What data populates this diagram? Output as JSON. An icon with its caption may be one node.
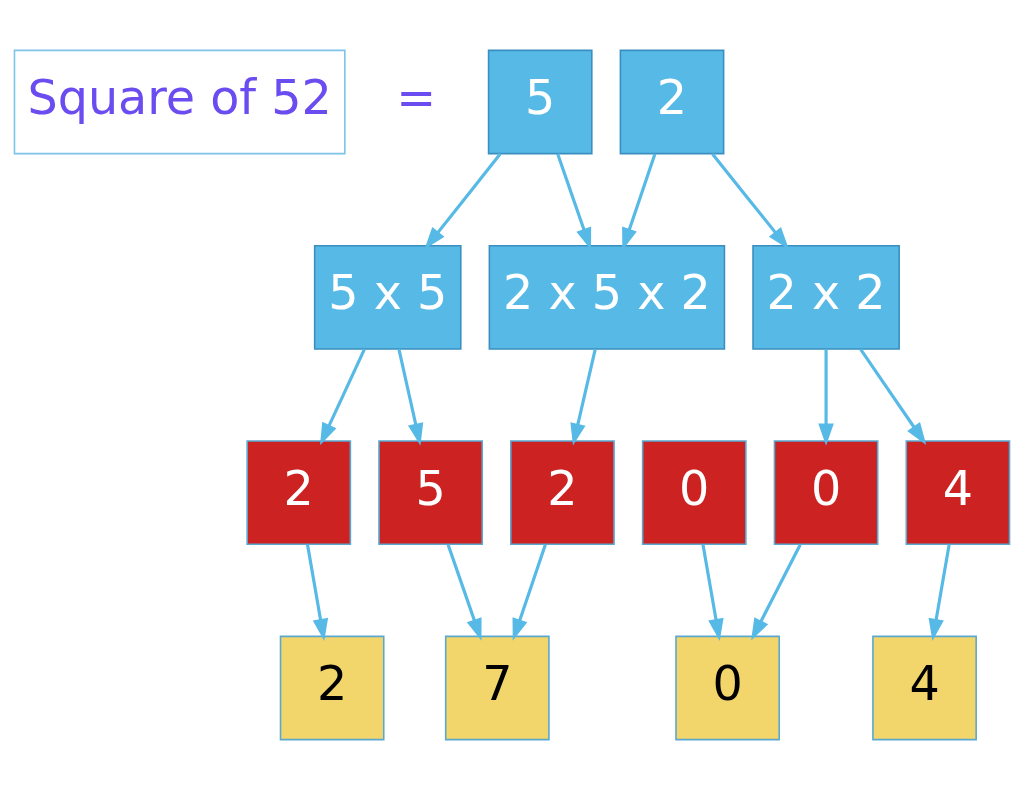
{
  "diagram": {
    "nodes": [
      {
        "text": [
          "Square of 52"
        ]
      },
      {
        "text": [
          "5"
        ]
      },
      {
        "text": [
          "2"
        ]
      },
      {
        "text": [
          "5 x 5"
        ]
      },
      {
        "text": [
          "2 x 5 x 2"
        ]
      },
      {
        "text": [
          "2 x 2"
        ]
      },
      {
        "text": [
          "2"
        ]
      },
      {
        "text": [
          "5"
        ]
      },
      {
        "text": [
          "2"
        ]
      },
      {
        "text": [
          "0"
        ]
      },
      {
        "text": [
          "0"
        ]
      },
      {
        "text": [
          "4"
        ]
      },
      {
        "text": [
          "2"
        ]
      },
      {
        "text": [
          "7"
        ]
      },
      {
        "text": [
          "0"
        ]
      },
      {
        "text": [
          "4"
        ]
      }
    ],
    "edges": [
      {
        "from": 1,
        "to": 3,
        "arrow": "to"
      },
      {
        "from": 1,
        "to": 4,
        "arrow": "to"
      },
      {
        "from": 2,
        "to": 4,
        "arrow": "to"
      },
      {
        "from": 2,
        "to": 5,
        "arrow": "to"
      },
      {
        "from": 3,
        "to": 6,
        "arrow": "to"
      },
      {
        "from": 3,
        "to": 7,
        "arrow": "to"
      },
      {
        "from": 4,
        "to": 8,
        "arrow": "to"
      },
      {
        "from": 5,
        "to": 10,
        "arrow": "to"
      },
      {
        "from": 5,
        "to": 11,
        "arrow": "to"
      },
      {
        "from": 6,
        "to": 12,
        "arrow": "to"
      },
      {
        "from": 7,
        "to": 13,
        "arrow": "to"
      },
      {
        "from": 8,
        "to": 13,
        "arrow": "to"
      },
      {
        "from": 9,
        "to": 14,
        "arrow": "to"
      },
      {
        "from": 10,
        "to": 14,
        "arrow": "to"
      },
      {
        "from": 11,
        "to": 15,
        "arrow": "to"
      }
    ],
    "labels": [
      "="
    ]
  }
}
